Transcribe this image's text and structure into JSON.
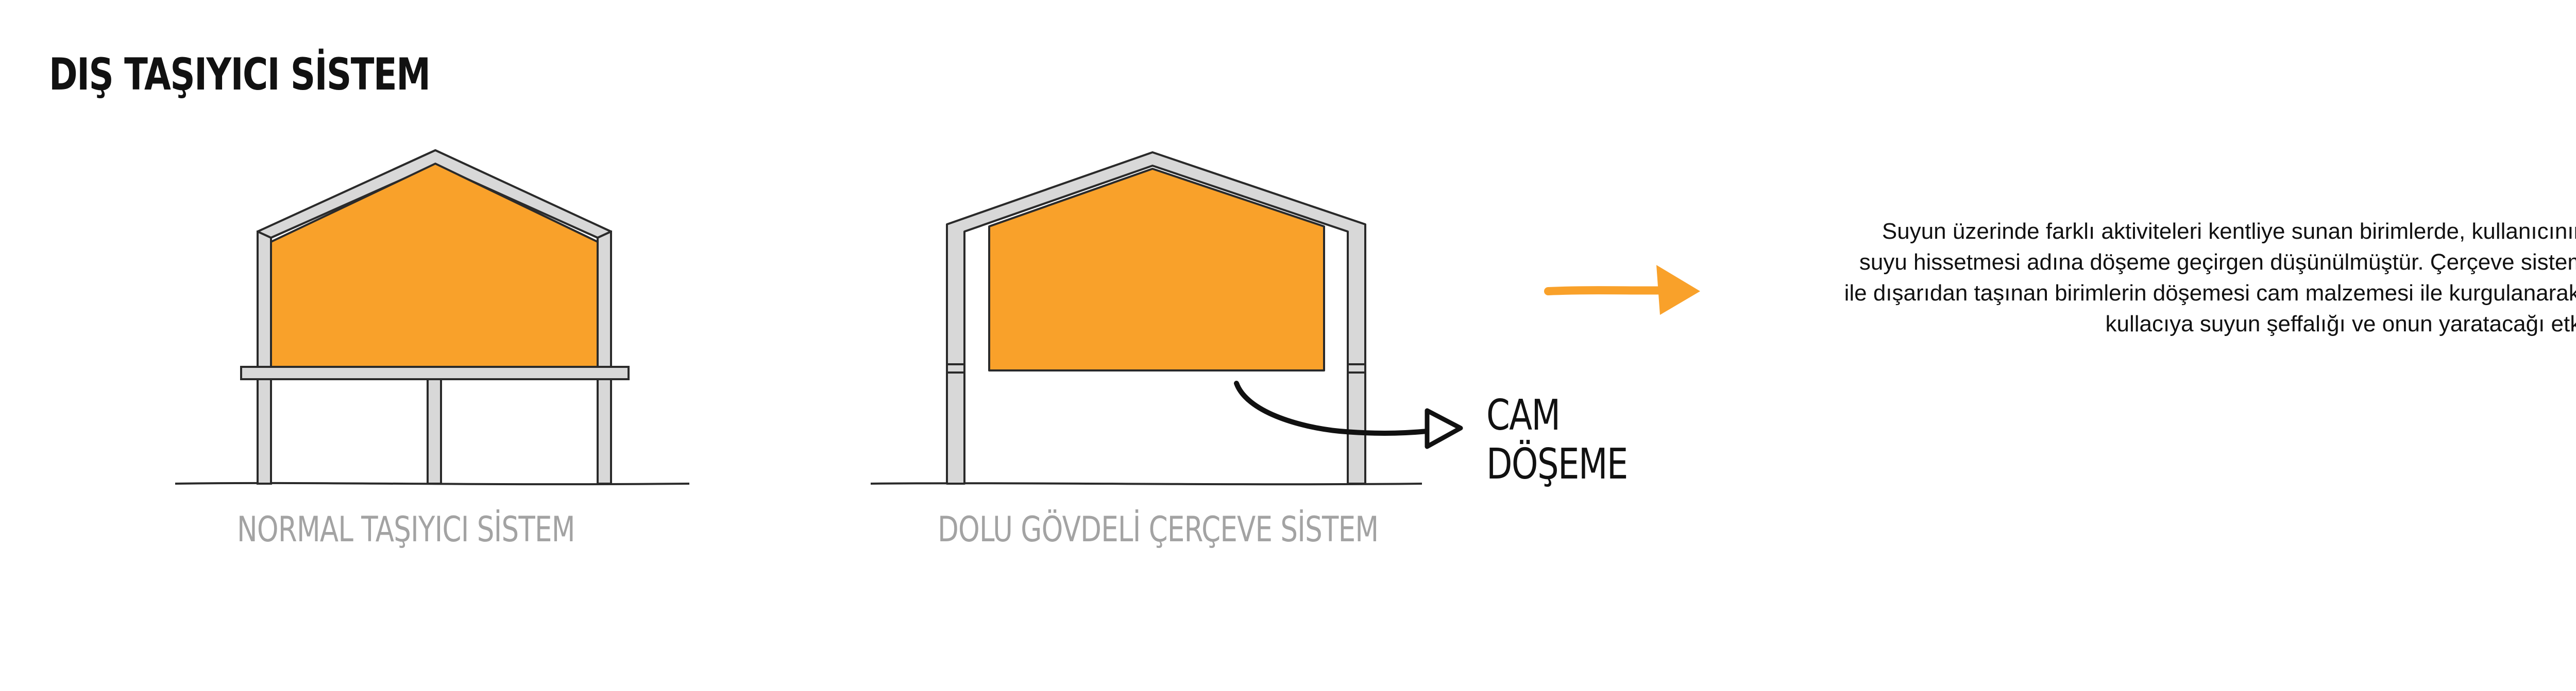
{
  "title": "DIŞ TAŞIYICI SİSTEM",
  "systems": [
    {
      "caption": "NORMAL TAŞIYICI SİSTEM"
    },
    {
      "caption": "DOLU GÖVDELİ ÇERÇEVE SİSTEM",
      "annotation": {
        "line1": "CAM",
        "line2": "DÖŞEME"
      }
    }
  ],
  "description": {
    "lines": [
      "Suyun üzerinde farklı aktiviteleri kentliye sunan birimlerde, kullanıcının",
      "suyu hissetmesi adına döşeme geçirgen düşünülmüştür. Çerçeve sistem",
      "ile dışarıdan taşınan birimlerin döşemesi cam malzemesi ile kurgulanarak,",
      "kullacıya suyun şeffalığı ve onun yaratacağı etki"
    ]
  },
  "colors": {
    "fill_orange": "#F9A12A",
    "structure_gray": "#D8D8D8",
    "outline": "#2a2a2a",
    "arrow_orange": "#F9A12A",
    "caption_gray": "#A3A3A3"
  },
  "icons": {
    "pointer_arrow": "right-arrow-icon",
    "annotation_arrow": "curved-arrow-icon"
  }
}
